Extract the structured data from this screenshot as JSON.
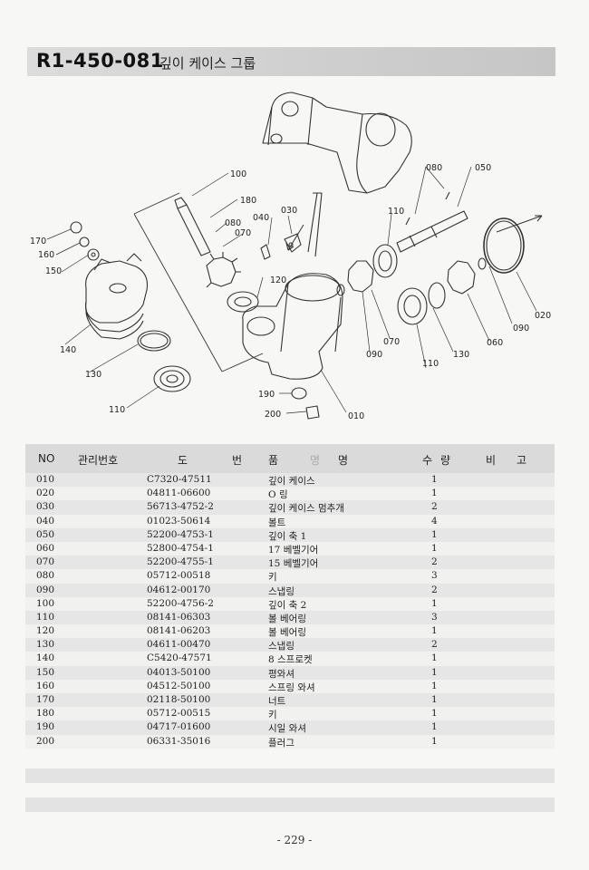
{
  "header": {
    "part_code": "R1-450-081",
    "title": "깊이 케이스 그룹"
  },
  "diagram": {
    "callouts": [
      "100",
      "180",
      "080",
      "070",
      "040",
      "030",
      "080",
      "050",
      "110",
      "170",
      "160",
      "150",
      "120",
      "140",
      "130",
      "110",
      "090",
      "070",
      "090",
      "060",
      "020",
      "110",
      "130",
      "010",
      "190",
      "200"
    ]
  },
  "table": {
    "headers": {
      "no": "NO",
      "mgmt": "관리번호",
      "do": "도",
      "beon": "번",
      "pum": "품",
      "myeong_a": "명",
      "myeong_b": "명",
      "qty_a": "수",
      "qty_b": "량",
      "bi": "비",
      "go": "고"
    },
    "rows": [
      {
        "no": "010",
        "code": "C7320-47511",
        "name": "깊이 케이스",
        "qty": "1"
      },
      {
        "no": "020",
        "code": "04811-06600",
        "name": "O 링",
        "qty": "1"
      },
      {
        "no": "030",
        "code": "56713-4752-2",
        "name": "깊이 케이스 멈추개",
        "qty": "2"
      },
      {
        "no": "040",
        "code": "01023-50614",
        "name": "볼트",
        "qty": "4"
      },
      {
        "no": "050",
        "code": "52200-4753-1",
        "name": "깊이 축 1",
        "qty": "1"
      },
      {
        "no": "060",
        "code": "52800-4754-1",
        "name": "17 베벨기어",
        "qty": "1"
      },
      {
        "no": "070",
        "code": "52200-4755-1",
        "name": "15 베벨기어",
        "qty": "2"
      },
      {
        "no": "080",
        "code": "05712-00518",
        "name": "키",
        "qty": "3"
      },
      {
        "no": "090",
        "code": "04612-00170",
        "name": "스냅링",
        "qty": "2"
      },
      {
        "no": "100",
        "code": "52200-4756-2",
        "name": "깊이 축 2",
        "qty": "1"
      },
      {
        "no": "110",
        "code": "08141-06303",
        "name": "볼 베어링",
        "qty": "3"
      },
      {
        "no": "120",
        "code": "08141-06203",
        "name": "볼 베어링",
        "qty": "1"
      },
      {
        "no": "130",
        "code": "04611-00470",
        "name": "스냅링",
        "qty": "2"
      },
      {
        "no": "140",
        "code": "C5420-47571",
        "name": "8 스프로켓",
        "qty": "1"
      },
      {
        "no": "150",
        "code": "04013-50100",
        "name": "평와셔",
        "qty": "1"
      },
      {
        "no": "160",
        "code": "04512-50100",
        "name": "스프링 와셔",
        "qty": "1"
      },
      {
        "no": "170",
        "code": "02118-50100",
        "name": "너트",
        "qty": "1"
      },
      {
        "no": "180",
        "code": "05712-00515",
        "name": "키",
        "qty": "1"
      },
      {
        "no": "190",
        "code": "04717-01600",
        "name": "시일 와셔",
        "qty": "1"
      },
      {
        "no": "200",
        "code": "06331-35016",
        "name": "플러그",
        "qty": "1"
      }
    ]
  },
  "footer": {
    "page_number": "- 229 -"
  }
}
